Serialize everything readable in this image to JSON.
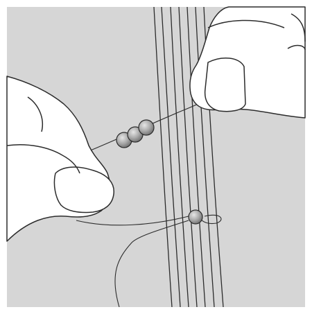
{
  "illustration": {
    "kind": "bead-weaving-instruction",
    "description_icons": [
      "left-hand",
      "right-hand",
      "warp-threads",
      "working-thread",
      "beads"
    ],
    "beads_on_needle": 3,
    "beads_on_warp": 1
  },
  "colors": {
    "background": "#d6d6d6",
    "border": "#ffffff",
    "skin": "#ffffff",
    "outline": "#2b2b2b",
    "bead_light": "#dcdcdc",
    "bead_dark": "#7b7b7b"
  }
}
